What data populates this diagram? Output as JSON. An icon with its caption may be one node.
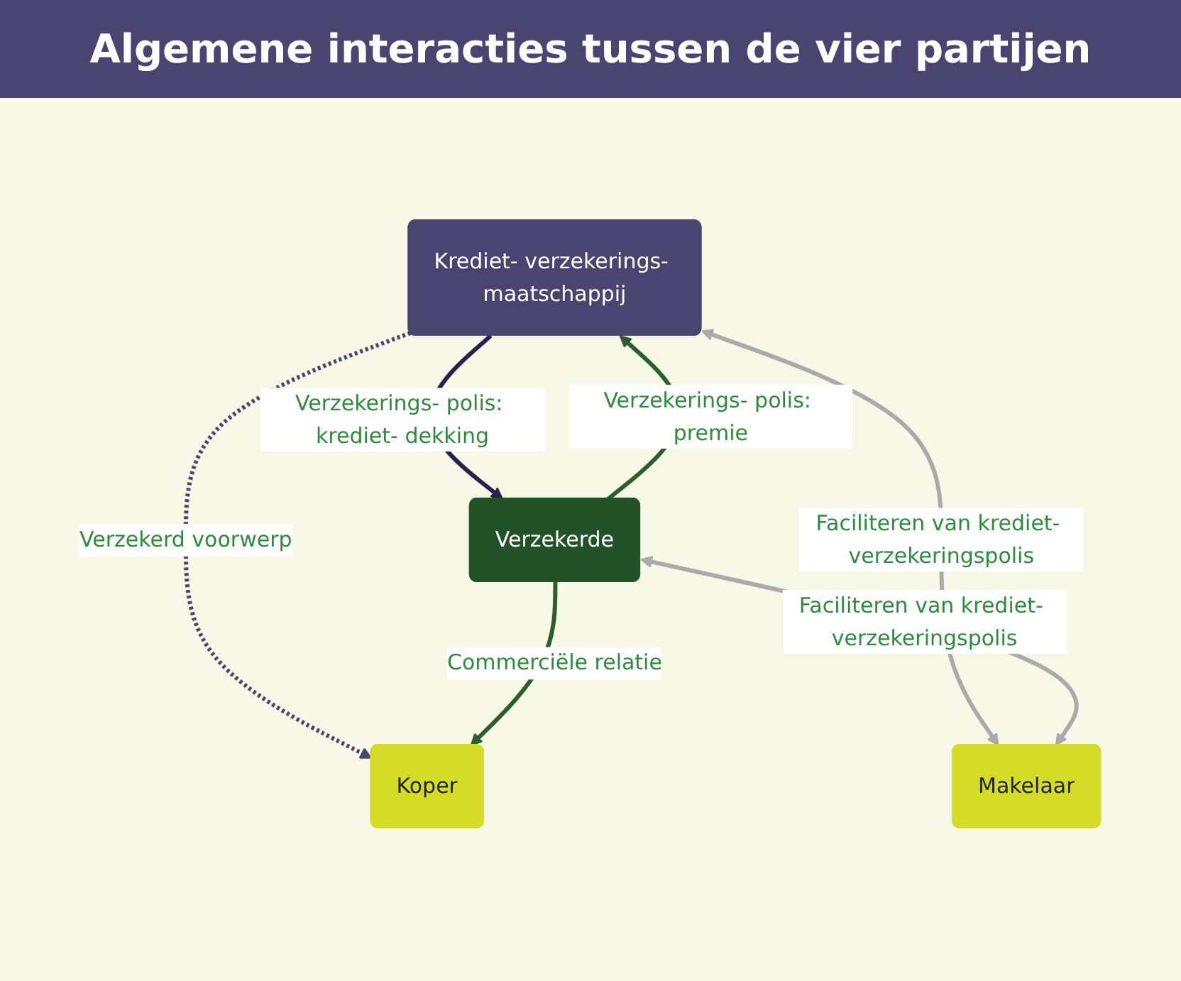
{
  "diagram": {
    "title": "Algemene interacties tussen de vier partijen",
    "nodes": [
      {
        "text": [
          "Koper"
        ]
      },
      {
        "text": [
          "Krediet- verzekerings- maatschappij"
        ]
      },
      {
        "text": [
          "Verzekerde"
        ]
      },
      {
        "text": [
          "Makelaar"
        ]
      }
    ],
    "edges": [
      {
        "from": 1,
        "to": 0,
        "arrow": "to",
        "label": "Verzekerd voorwerp",
        "style": "dashed",
        "color": "#4a4570"
      },
      {
        "from": 2,
        "to": 0,
        "arrow": "to",
        "label": "Commerciële relatie",
        "color": "#2d5f2e"
      },
      {
        "from": 2,
        "to": 1,
        "arrow": "to",
        "label": "Verzekerings- polis: premie",
        "color": "#2d5f2e"
      },
      {
        "from": 1,
        "to": 2,
        "arrow": "to",
        "label": "Verzekerings- polis: krediet- dekking",
        "color": "#25234a"
      },
      {
        "from": 1,
        "to": 3,
        "arrow": "both",
        "label": "Faciliteren van krediet- verzekeringspolis",
        "color": "#aaaaaa"
      },
      {
        "from": 2,
        "to": 3,
        "arrow": "both",
        "label": "Faciliteren van krediet- verzekeringspolis",
        "color": "#aaaaaa"
      }
    ]
  }
}
